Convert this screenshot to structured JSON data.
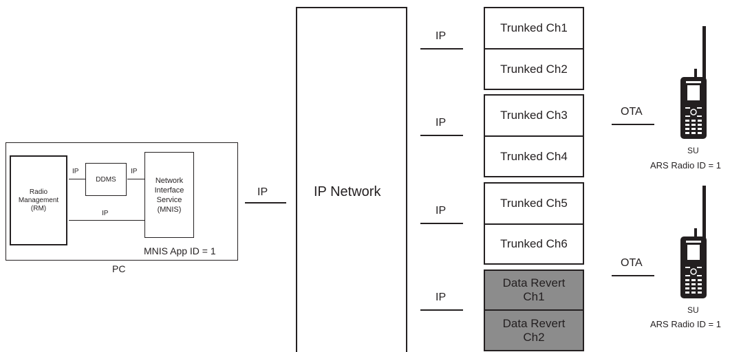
{
  "pc": {
    "label": "PC",
    "rm_label": "Radio\nManagement\n(RM)",
    "ddms_label": "DDMS",
    "mnis_label": "Network\nInterface\nService\n(MNIS)",
    "app_id": "MNIS App ID = 1",
    "ip_rm_ddms": "IP",
    "ip_ddms_mnis": "IP",
    "ip_rm_mnis": "IP"
  },
  "pc_to_network_ip": "IP",
  "network": {
    "label": "IP Network"
  },
  "channel_groups": [
    {
      "ip": "IP",
      "channels": [
        "Trunked Ch1",
        "Trunked Ch2"
      ]
    },
    {
      "ip": "IP",
      "channels": [
        "Trunked Ch3",
        "Trunked Ch4"
      ]
    },
    {
      "ip": "IP",
      "channels": [
        "Trunked Ch5",
        "Trunked Ch6"
      ]
    },
    {
      "ip": "IP",
      "channels": [
        "Data Revert\nCh1",
        "Data Revert\nCh2"
      ]
    }
  ],
  "subscribers": [
    {
      "ota": "OTA",
      "su": "SU",
      "ars": "ARS Radio ID = 1"
    },
    {
      "ota": "OTA",
      "su": "SU",
      "ars": "ARS Radio ID = 1"
    }
  ],
  "colors": {
    "stroke": "#231f20",
    "data_revert_fill": "#8c8c8c",
    "radio_body": "#231f20"
  }
}
